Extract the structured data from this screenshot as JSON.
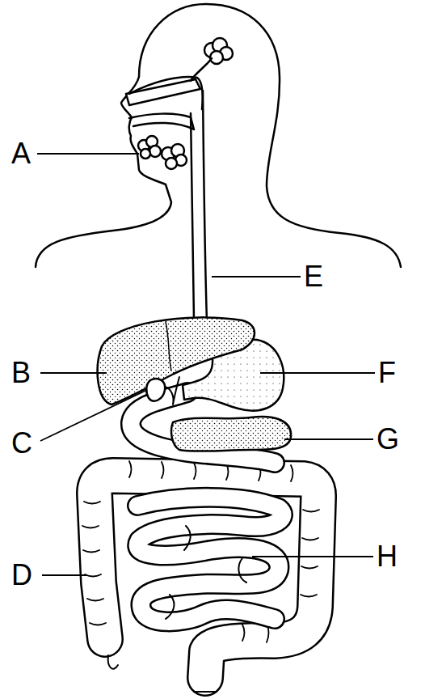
{
  "diagram": {
    "labels": [
      "A",
      "E",
      "B",
      "F",
      "C",
      "G",
      "D",
      "H"
    ]
  }
}
